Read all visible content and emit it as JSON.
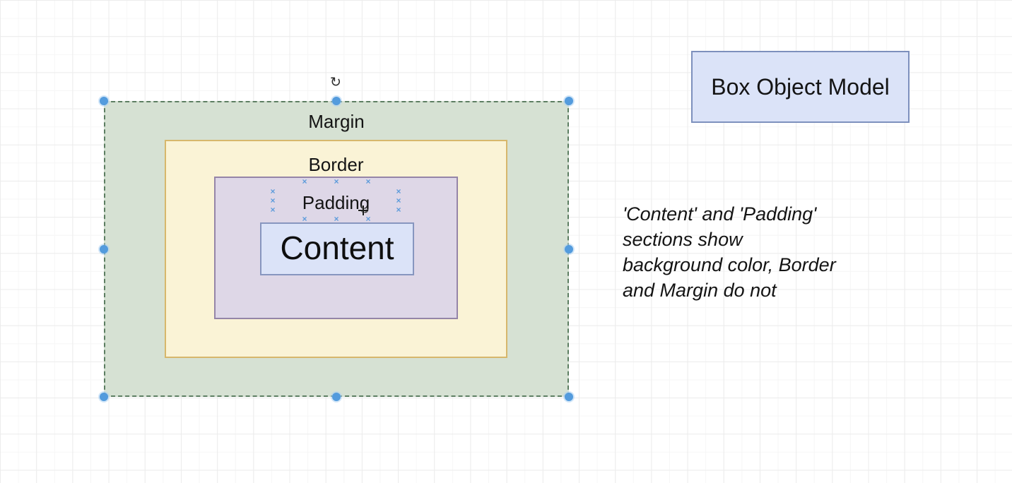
{
  "canvas": {
    "background_color": "#ffffff",
    "grid_minor_color": "#f6f6f6",
    "grid_major_color": "#ececec"
  },
  "diagram": {
    "boxes": [
      {
        "id": "margin",
        "label": "Margin",
        "fill": "#d6e1d3",
        "stroke": "#5d7e62",
        "selected": true
      },
      {
        "id": "border",
        "label": "Border",
        "fill": "#faf3d6",
        "stroke": "#d7b76c",
        "selected": false
      },
      {
        "id": "padding",
        "label": "Padding",
        "fill": "#ded7e7",
        "stroke": "#9585a8",
        "selected": false
      },
      {
        "id": "content",
        "label": "Content",
        "fill": "#dbe3f8",
        "stroke": "#8796bf",
        "selected": false
      }
    ],
    "title_box": {
      "label": "Box Object Model",
      "fill": "#dbe3f8",
      "stroke": "#7d90bd"
    },
    "note": {
      "lines": [
        "'Content' and 'Padding'",
        "sections show",
        "background color, Border",
        "and Margin do not"
      ]
    }
  },
  "selection": {
    "handle_color": "#539bdd",
    "rotate_icon_glyph": "↻",
    "connection_point_glyph": "×",
    "connection_point_color": "#5e9cdb"
  }
}
